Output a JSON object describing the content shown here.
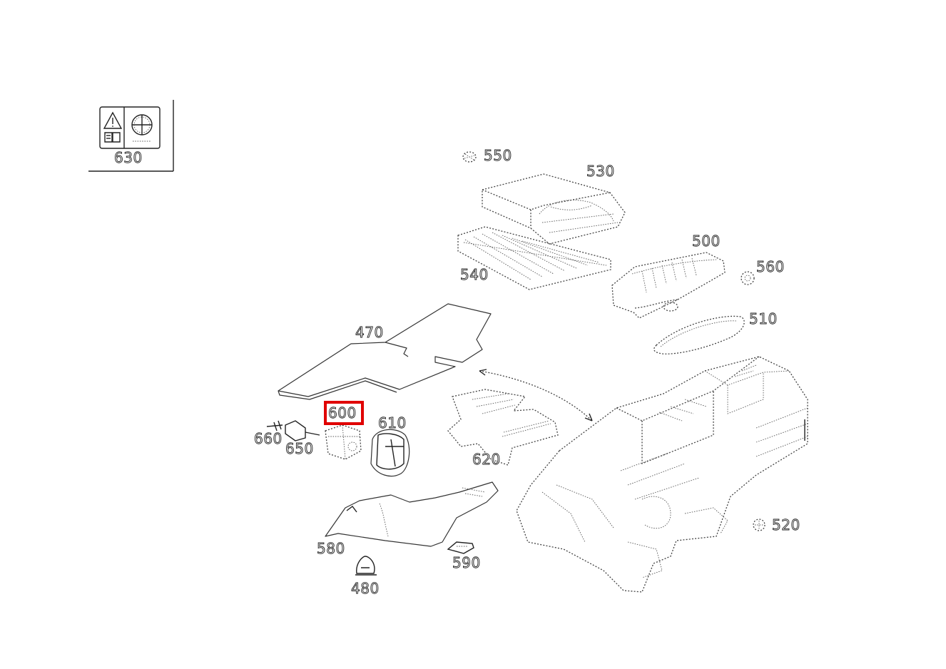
{
  "diagram": {
    "highlighted_part": "600",
    "highlight_color": "#e00000",
    "line_color": "#222222",
    "callouts": {
      "c630": "630",
      "c550": "550",
      "c530": "530",
      "c500": "500",
      "c560": "560",
      "c540": "540",
      "c510": "510",
      "c470": "470",
      "c600": "600",
      "c610": "610",
      "c660": "660",
      "c650": "650",
      "c620": "620",
      "c580": "580",
      "c590": "590",
      "c480": "480",
      "c520": "520"
    }
  }
}
